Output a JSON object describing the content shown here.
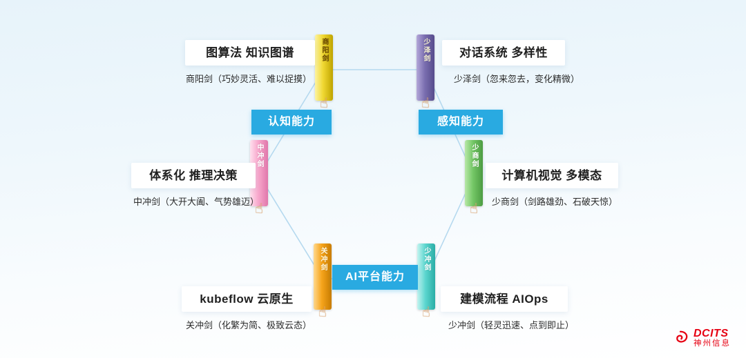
{
  "capabilities": [
    {
      "label": "认知能力"
    },
    {
      "label": "感知能力"
    },
    {
      "label": "AI平台能力"
    }
  ],
  "items": [
    {
      "title": "图算法 知识图谱",
      "subtitle": "商阳剑（巧妙灵活、难以捉摸）",
      "sword": "商阳剑",
      "color": "#f0d832"
    },
    {
      "title": "对话系统 多样性",
      "subtitle": "少泽剑（忽来忽去，变化精微）",
      "sword": "少泽剑",
      "color": "#7b6fb0"
    },
    {
      "title": "体系化 推理决策",
      "subtitle": "中冲剑（大开大阖、气势雄迈）",
      "sword": "中冲剑",
      "color": "#f8a8cc"
    },
    {
      "title": "计算机视觉 多模态",
      "subtitle": "少商剑（剑路雄劲、石破天惊）",
      "sword": "少商剑",
      "color": "#74c766"
    },
    {
      "title": "kubeflow 云原生",
      "subtitle": "关冲剑（化繁为简、极致云态）",
      "sword": "关冲剑",
      "color": "#f6a41c"
    },
    {
      "title": "建模流程 AIOps",
      "subtitle": "少冲剑（轻灵迅速、点到即止）",
      "sword": "少冲剑",
      "color": "#5cd6cf"
    }
  ],
  "logo": {
    "brand": "DCITS",
    "company": "神州信息",
    "color": "#e60012"
  },
  "colors": {
    "accent_blue": "#29aae1",
    "connector_line": "#b5d9ef"
  }
}
